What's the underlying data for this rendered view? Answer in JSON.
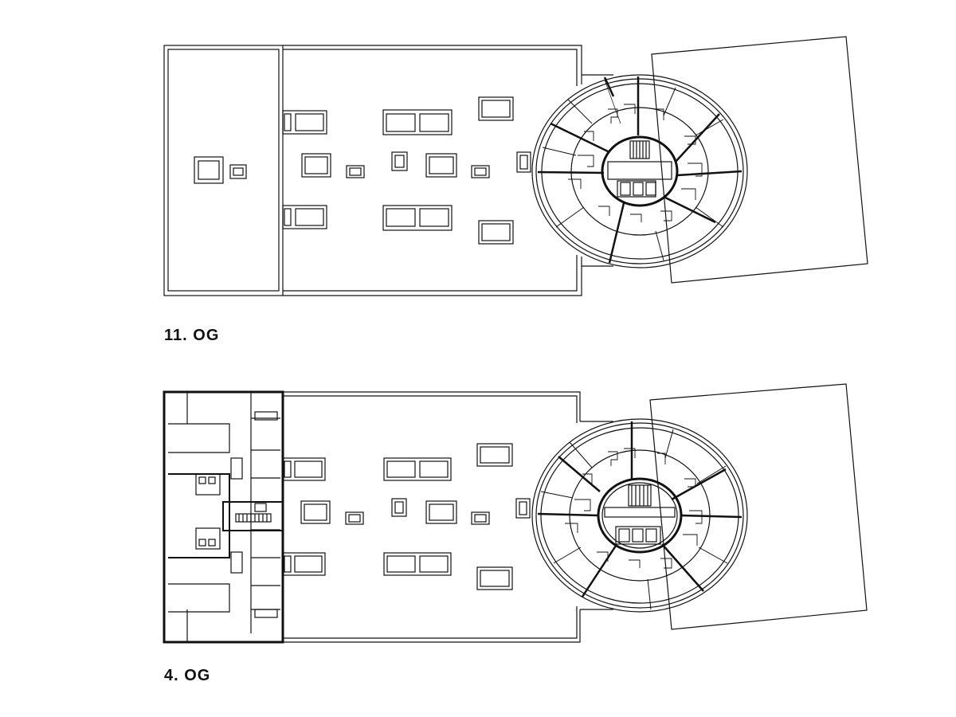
{
  "plans": [
    {
      "id": "upper",
      "label": "11. OG"
    },
    {
      "id": "lower",
      "label": "4. OG"
    }
  ],
  "colors": {
    "line": "#111111",
    "background": "#ffffff"
  }
}
